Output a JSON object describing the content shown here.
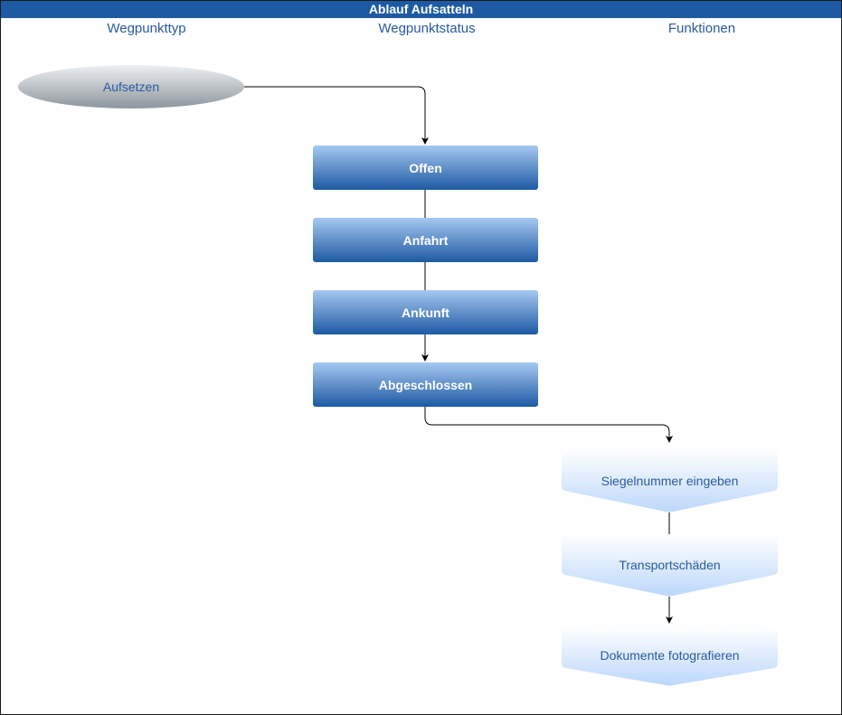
{
  "title": "Ablauf Aufsatteln",
  "lanes": {
    "type": "Wegpunkttyp",
    "status": "Wegpunktstatus",
    "functions": "Funktionen"
  },
  "start_node": {
    "label": "Aufsetzen"
  },
  "status_nodes": [
    {
      "label": "Offen"
    },
    {
      "label": "Anfahrt"
    },
    {
      "label": "Ankunft"
    },
    {
      "label": "Abgeschlossen"
    }
  ],
  "function_nodes": [
    {
      "label": "Siegelnummer eingeben"
    },
    {
      "label": "Transportschäden"
    },
    {
      "label": "Dokumente fotografieren"
    }
  ],
  "colors": {
    "title_bar": "#1d5aa3",
    "lane_text": "#2a5aa0",
    "status_top": "#9fc2ee",
    "status_bottom": "#1d5aa3",
    "func_top": "#ffffff",
    "func_bottom": "#bcd8fb",
    "start_top": "#eef0f2",
    "start_bottom": "#8c969e"
  }
}
